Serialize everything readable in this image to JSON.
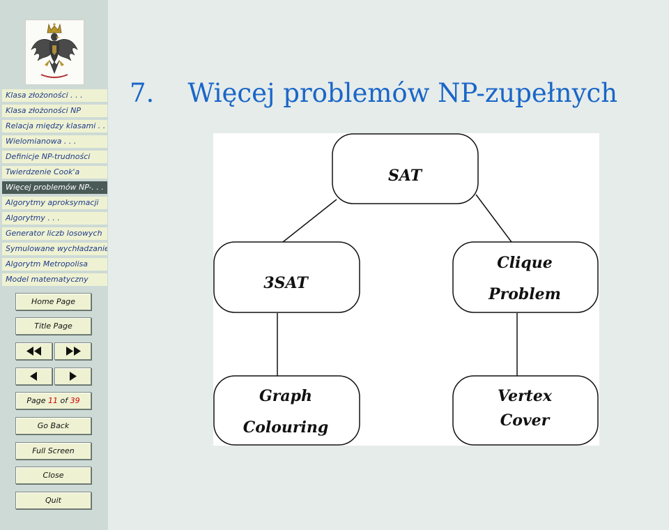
{
  "toc": {
    "items": [
      {
        "label": "Klasa złożoności . . ."
      },
      {
        "label": "Klasa złożoności NP"
      },
      {
        "label": "Relacja między klasami . . ."
      },
      {
        "label": "Wielomianowa . . ."
      },
      {
        "label": "Definicje NP-trudności"
      },
      {
        "label": "Twierdzenie Cook'a"
      },
      {
        "label": "Więcej problemów NP-. . ."
      },
      {
        "label": "Algorytmy aproksymacji"
      },
      {
        "label": "Algorytmy . . ."
      },
      {
        "label": "Generator liczb losowych"
      },
      {
        "label": "Symulowane wychładzanie"
      },
      {
        "label": "Algorytm Metropolisa"
      },
      {
        "label": "Model matematyczny"
      }
    ]
  },
  "nav": {
    "home": "Home Page",
    "title_page": "Title Page",
    "page_word": "Page",
    "current_page": "11",
    "of_word": "of",
    "total_pages": "39",
    "go_back": "Go Back",
    "full_screen": "Full Screen",
    "close": "Close",
    "quit": "Quit"
  },
  "slide": {
    "number": "7.",
    "title": "Więcej problemów NP-zupełnych"
  },
  "diagram": {
    "root": "SAT",
    "left_child": "3SAT",
    "right_child_line1": "Clique",
    "right_child_line2": "Problem",
    "left_leaf_line1": "Graph",
    "left_leaf_line2": "Colouring",
    "right_leaf_line1": "Vertex",
    "right_leaf_line2": "Cover"
  },
  "colors": {
    "sidebar_bg": "#cddad6",
    "page_bg": "#e5ecea",
    "toc_item_bg": "#eff2d2",
    "toc_active_bg": "#4a5a56",
    "toc_text": "#1e3a8a",
    "title_blue": "#1a66c8",
    "page_number_red": "#cc0000"
  },
  "icons": {
    "logo": "polish-eagle-crest",
    "first_page": "double-left-triangle",
    "last_page": "double-right-triangle",
    "prev_page": "left-triangle",
    "next_page": "right-triangle"
  }
}
